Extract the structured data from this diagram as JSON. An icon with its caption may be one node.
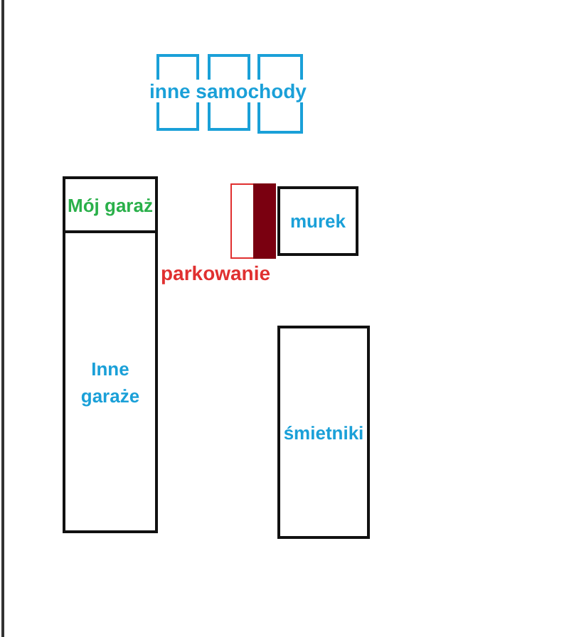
{
  "diagram": {
    "nodes": [
      {
        "text": [],
        "shape": "box"
      },
      {
        "text": [],
        "shape": "box"
      },
      {
        "text": [],
        "shape": "box"
      },
      {
        "text": [
          "Mój garaż"
        ]
      },
      {
        "text": [
          "Inne garaże"
        ]
      },
      {
        "text": [],
        "shape": "box"
      },
      {
        "text": [],
        "shape": "bar"
      },
      {
        "text": [
          "murek"
        ]
      },
      {
        "text": [
          "śmietniki"
        ]
      }
    ],
    "labels": [
      "inne samochody",
      "parkowanie"
    ]
  }
}
